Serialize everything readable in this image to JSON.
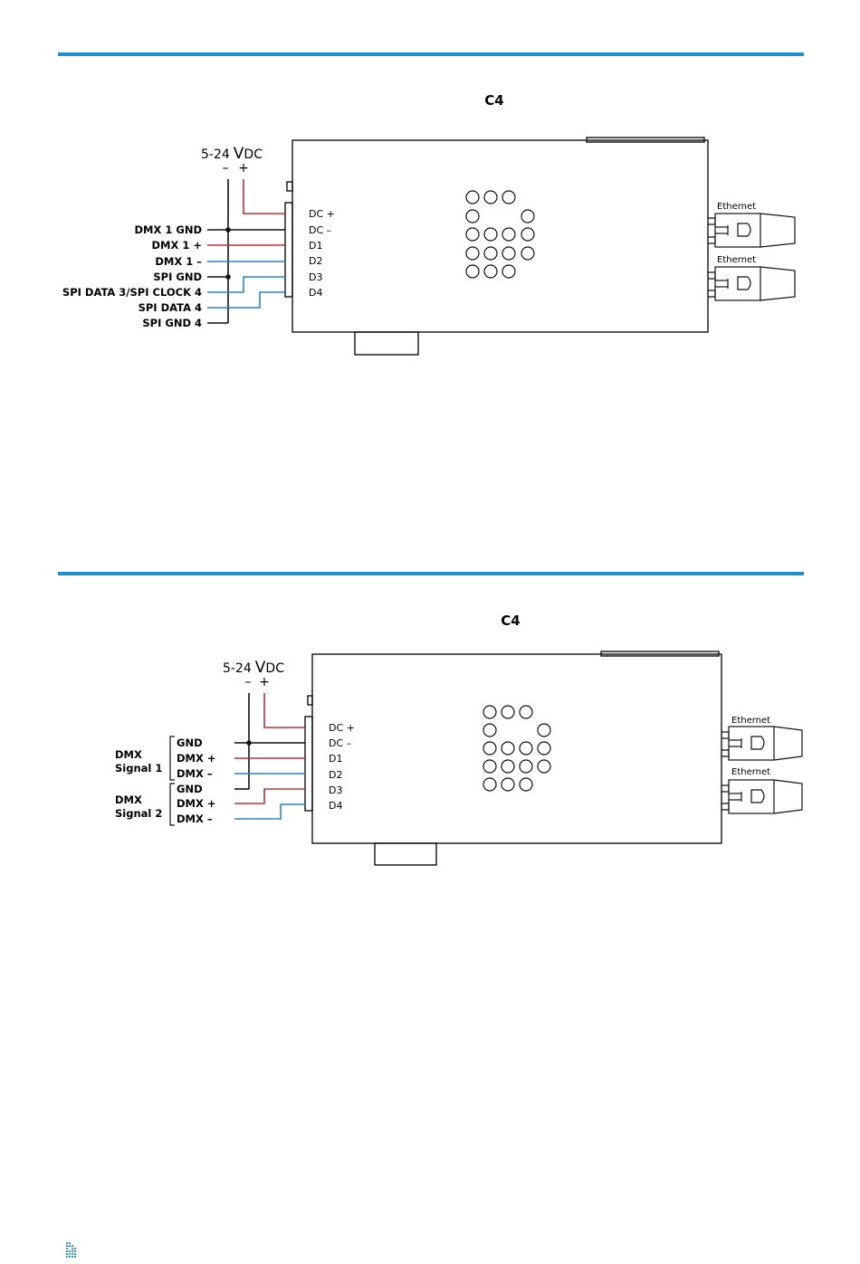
{
  "colors": {
    "rule": "#1e8fd0",
    "black_wire": "#111111",
    "red_wire": "#c0303a",
    "blue_wire": "#2a86c8",
    "logo": "#3a9ad9"
  },
  "diagram1": {
    "title": "C4",
    "power_label": "5-24",
    "power_v": "V",
    "power_dc": "DC",
    "minus": "–",
    "plus": "+",
    "wire_labels": [
      "DMX 1 GND",
      "DMX 1 +",
      "DMX 1 –",
      "SPI GND",
      "SPI DATA 3/SPI CLOCK 4",
      "SPI DATA 4",
      "SPI GND 4"
    ],
    "pins": [
      "DC +",
      "DC –",
      "D1",
      "D2",
      "D3",
      "D4"
    ],
    "ethernet": [
      "Ethernet",
      "Ethernet"
    ]
  },
  "diagram2": {
    "title": "C4",
    "power_label": "5-24",
    "power_v": "V",
    "power_dc": "DC",
    "minus": "–",
    "plus": "+",
    "group1_label": [
      "DMX",
      "Signal 1"
    ],
    "group2_label": [
      "DMX",
      "Signal 2"
    ],
    "wire_labels": [
      "GND",
      "DMX +",
      "DMX –",
      "GND",
      "DMX +",
      "DMX –"
    ],
    "pins": [
      "DC +",
      "DC –",
      "D1",
      "D2",
      "D3",
      "D4"
    ],
    "ethernet": [
      "Ethernet",
      "Ethernet"
    ]
  }
}
